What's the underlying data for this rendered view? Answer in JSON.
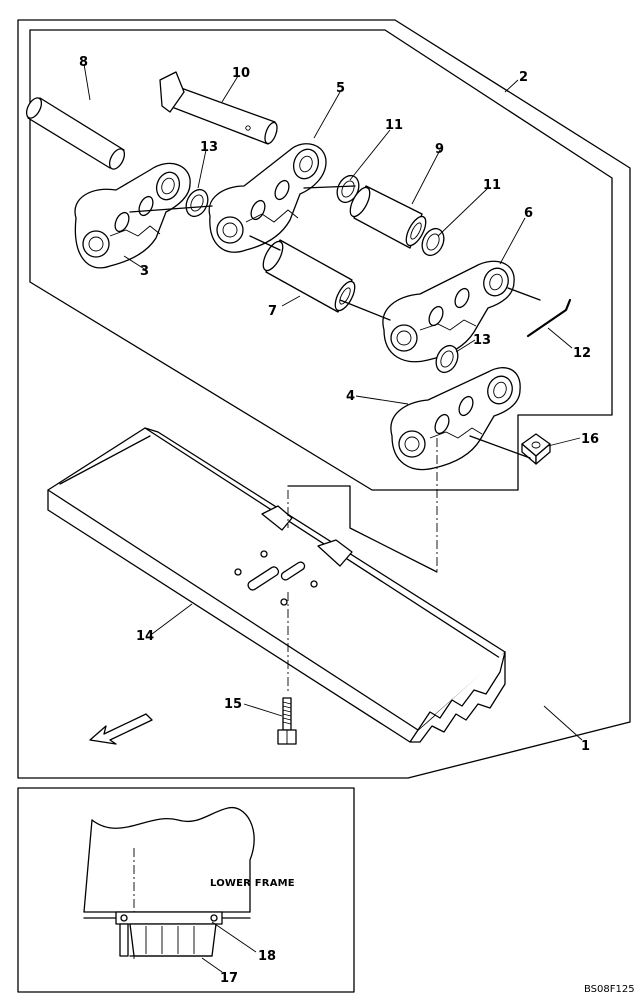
{
  "callouts": {
    "c1": "1",
    "c2": "2",
    "c3": "3",
    "c4": "4",
    "c5": "5",
    "c6": "6",
    "c7": "7",
    "c8": "8",
    "c9": "9",
    "c10": "10",
    "c11a": "11",
    "c11b": "11",
    "c12": "12",
    "c13a": "13",
    "c13b": "13",
    "c14": "14",
    "c15": "15",
    "c16": "16",
    "c17": "17",
    "c18": "18"
  },
  "inset": {
    "label": "LOWER FRAME"
  },
  "figure_code": "BS08F125"
}
